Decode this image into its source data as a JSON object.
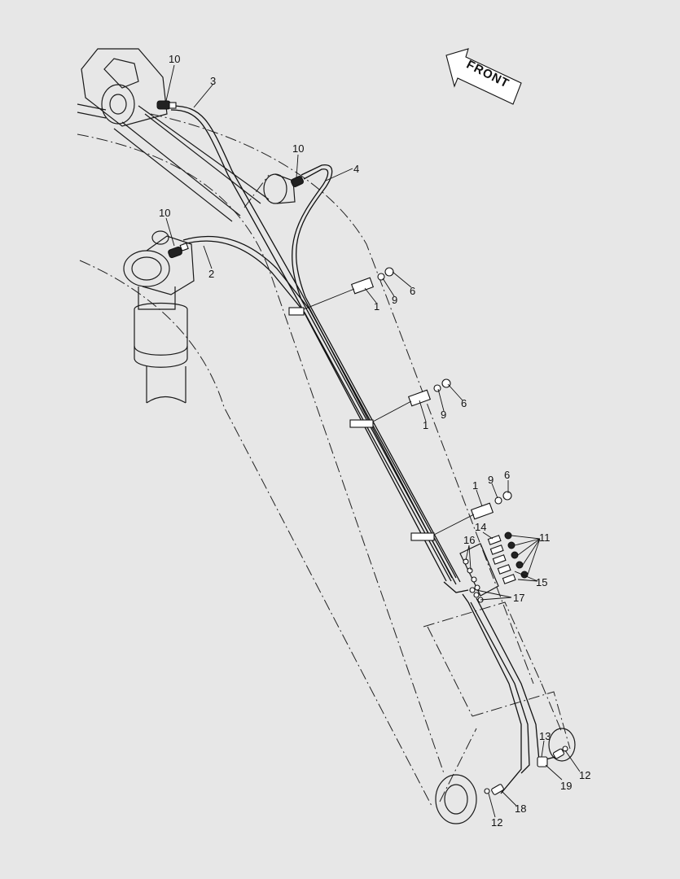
{
  "front_label": "FRONT",
  "callouts": [
    {
      "id": "c10a",
      "text": "10"
    },
    {
      "id": "c3",
      "text": "3"
    },
    {
      "id": "c10b",
      "text": "10"
    },
    {
      "id": "c4",
      "text": "4"
    },
    {
      "id": "c10c",
      "text": "10"
    },
    {
      "id": "c2",
      "text": "2"
    },
    {
      "id": "c1a",
      "text": "1"
    },
    {
      "id": "c9a",
      "text": "9"
    },
    {
      "id": "c6a",
      "text": "6"
    },
    {
      "id": "c1b",
      "text": "1"
    },
    {
      "id": "c9b",
      "text": "9"
    },
    {
      "id": "c6b",
      "text": "6"
    },
    {
      "id": "c1c",
      "text": "1"
    },
    {
      "id": "c9c",
      "text": "9"
    },
    {
      "id": "c6c",
      "text": "6"
    },
    {
      "id": "c14",
      "text": "14"
    },
    {
      "id": "c11",
      "text": "11"
    },
    {
      "id": "c16",
      "text": "16"
    },
    {
      "id": "c15",
      "text": "15"
    },
    {
      "id": "c17",
      "text": "17"
    },
    {
      "id": "c13",
      "text": "13"
    },
    {
      "id": "c12a",
      "text": "12"
    },
    {
      "id": "c19",
      "text": "19"
    },
    {
      "id": "c18",
      "text": "18"
    },
    {
      "id": "c12b",
      "text": "12"
    }
  ]
}
